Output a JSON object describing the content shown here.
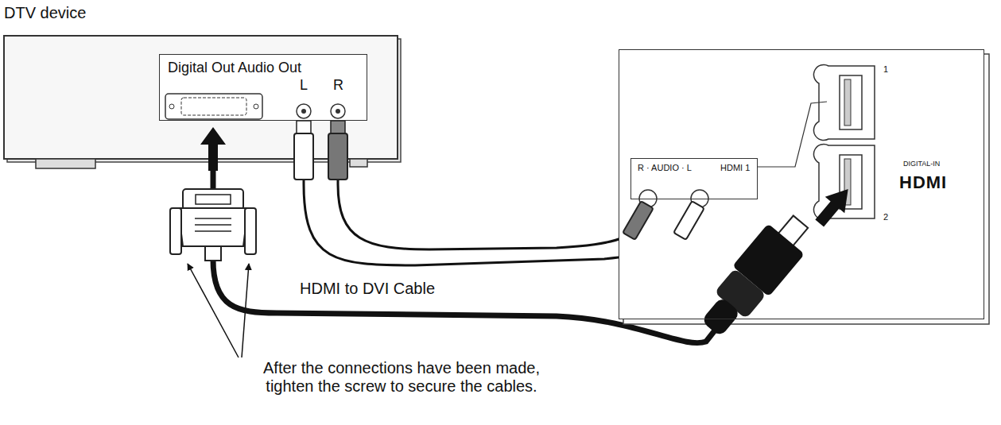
{
  "diagram": {
    "nodes": [
      {
        "text": [
          "DTV device"
        ]
      },
      {
        "text": [
          "Digital Out Audio Out",
          "L",
          "R"
        ],
        "in": 0
      },
      {
        "text": [
          "1",
          "2",
          "DIGITAL-IN",
          "HDMI"
        ]
      },
      {
        "text": [
          "R · AUDIO · L",
          "HDMI 1"
        ],
        "in": 2
      }
    ],
    "edges": [
      {
        "from": 1,
        "to": 2,
        "label": "HDMI to DVI Cable",
        "arrow": "none"
      },
      {
        "from": 1,
        "to": 3,
        "arrow": "none"
      },
      {
        "from": 1,
        "to": 3,
        "arrow": "none"
      }
    ],
    "labels": [
      "After the connections have been made, tighten the screw to secure the cables."
    ]
  }
}
